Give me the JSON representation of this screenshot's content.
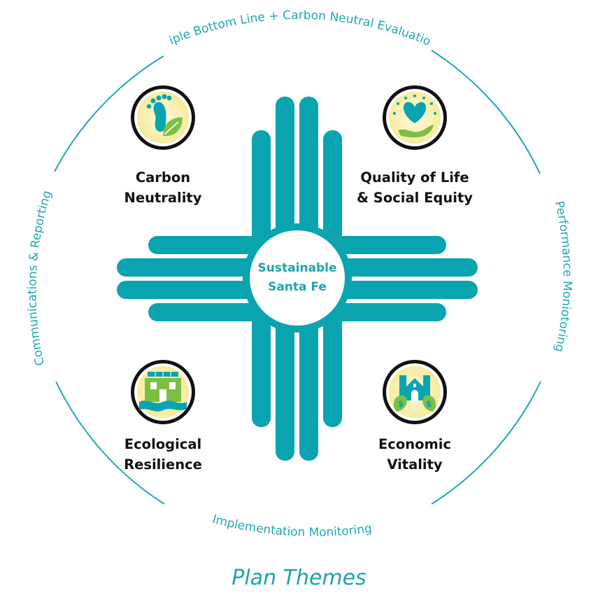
{
  "center_title": [
    "Sustainable",
    "Santa Fe"
  ],
  "ring_labels": {
    "top": "Triple Bottom Line + Carbon Neutral Evaluation",
    "right": "Performance Moniotoring",
    "bottom": "Implementation Monitoring",
    "left": "Communications & Reporting"
  },
  "themes": {
    "carbon": [
      "Carbon",
      "Neutrality"
    ],
    "quality": [
      "Quality of Life",
      "& Social Equity"
    ],
    "ecological": [
      "Ecological",
      "Resilience"
    ],
    "economic": [
      "Economic",
      "Vitality"
    ]
  },
  "footer_title": "Plan Themes",
  "icons": {
    "carbon": "footprint-leaf-icon",
    "quality": "heart-hand-icon",
    "ecological": "solar-building-water-icon",
    "economic": "house-dollar-icon"
  },
  "colors": {
    "teal": "#0aa4b0",
    "ring": "#1fa8b2",
    "icon_bg": "#fbf3b6",
    "green": "#7cc043"
  }
}
